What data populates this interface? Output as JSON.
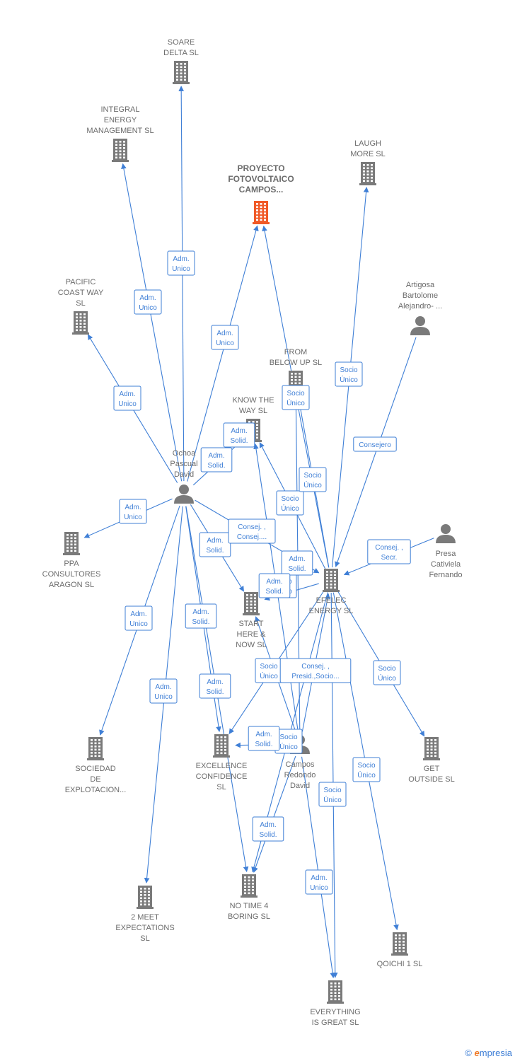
{
  "colors": {
    "building": "#7a7a7a",
    "highlight": "#f05a28",
    "person": "#7a7a7a",
    "edge": "#3f7fd6"
  },
  "nodes": [
    {
      "id": "soare",
      "type": "company",
      "label": [
        "SOARE",
        "DELTA SL"
      ]
    },
    {
      "id": "integral",
      "type": "company",
      "label": [
        "INTEGRAL",
        "ENERGY",
        "MANAGEMENT SL"
      ]
    },
    {
      "id": "proyecto",
      "type": "company",
      "highlight": true,
      "label": [
        "PROYECTO",
        "FOTOVOLTAICO",
        "CAMPOS..."
      ]
    },
    {
      "id": "laugh",
      "type": "company",
      "label": [
        "LAUGH",
        "MORE SL"
      ]
    },
    {
      "id": "artigosa",
      "type": "person",
      "label": [
        "Artigosa",
        "Bartolome",
        "Alejandro- ..."
      ]
    },
    {
      "id": "pacific",
      "type": "company",
      "label": [
        "PACIFIC",
        "COAST WAY",
        "SL"
      ]
    },
    {
      "id": "frombelow",
      "type": "company",
      "label": [
        "FROM",
        "BELOW UP SL"
      ]
    },
    {
      "id": "knowtheway",
      "type": "company",
      "label": [
        "KNOW THE",
        "WAY SL"
      ]
    },
    {
      "id": "ochoa",
      "type": "person",
      "label": [
        "Ochoa",
        "Pascual",
        "David"
      ]
    },
    {
      "id": "ppa",
      "type": "company",
      "label": [
        "PPA",
        "CONSULTORES",
        "ARAGON SL"
      ]
    },
    {
      "id": "presa",
      "type": "person",
      "label": [
        "Presa",
        "Cativiela",
        "Fernando"
      ]
    },
    {
      "id": "efelec",
      "type": "company",
      "label": [
        "EFELEC",
        "ENERGY SL"
      ]
    },
    {
      "id": "starthere",
      "type": "company",
      "label": [
        "START",
        "HERE &",
        "NOW SL"
      ]
    },
    {
      "id": "sociedad",
      "type": "company",
      "label": [
        "SOCIEDAD",
        "DE",
        "EXPLOTACION..."
      ]
    },
    {
      "id": "excellence",
      "type": "company",
      "label": [
        "EXCELLENCE",
        "CONFIDENCE",
        "SL"
      ]
    },
    {
      "id": "campos",
      "type": "person",
      "label": [
        "Campos",
        "Redondo",
        "David"
      ]
    },
    {
      "id": "getoutside",
      "type": "company",
      "label": [
        "GET",
        "OUTSIDE SL"
      ]
    },
    {
      "id": "notime",
      "type": "company",
      "label": [
        "NO TIME 4",
        "BORING SL"
      ]
    },
    {
      "id": "twomeet",
      "type": "company",
      "label": [
        "2 MEET",
        "EXPECTATIONS",
        "SL"
      ]
    },
    {
      "id": "qoichi",
      "type": "company",
      "label": [
        "QOICHI 1 SL"
      ]
    },
    {
      "id": "everything",
      "type": "company",
      "label": [
        "EVERYTHING",
        "IS GREAT SL"
      ]
    }
  ],
  "edges": [
    {
      "from": "ochoa",
      "to": "soare",
      "label": [
        "Adm.",
        "Unico"
      ]
    },
    {
      "from": "ochoa",
      "to": "integral",
      "label": [
        "Adm.",
        "Unico"
      ]
    },
    {
      "from": "ochoa",
      "to": "proyecto",
      "label": [
        "Adm.",
        "Unico"
      ]
    },
    {
      "from": "ochoa",
      "to": "pacific",
      "label": [
        "Adm.",
        "Unico"
      ]
    },
    {
      "from": "ochoa",
      "to": "knowtheway",
      "label": [
        "Adm.",
        "Solid."
      ]
    },
    {
      "from": "ochoa",
      "to": "ppa",
      "label": [
        "Adm.",
        "Unico"
      ]
    },
    {
      "from": "ochoa",
      "to": "starthere",
      "label": [
        "Adm.",
        "Solid."
      ]
    },
    {
      "from": "ochoa",
      "to": "efelec",
      "label": [
        "Consej. ,",
        "Consej...."
      ]
    },
    {
      "from": "ochoa",
      "to": "sociedad",
      "label": [
        "Adm.",
        "Unico"
      ]
    },
    {
      "from": "ochoa",
      "to": "excellence",
      "label": [
        "Adm.",
        "Solid."
      ]
    },
    {
      "from": "ochoa",
      "to": "twomeet",
      "label": [
        "Adm.",
        "Unico"
      ]
    },
    {
      "from": "ochoa",
      "to": "notime",
      "label": [
        "Adm.",
        "Solid."
      ]
    },
    {
      "from": "efelec",
      "to": "laugh",
      "label": [
        "Socio",
        "Único"
      ]
    },
    {
      "from": "efelec",
      "to": "proyecto",
      "label": [
        "Socio",
        "Único"
      ]
    },
    {
      "from": "efelec",
      "to": "frombelow",
      "label": [
        "Socio",
        "Único"
      ]
    },
    {
      "from": "efelec",
      "to": "knowtheway",
      "label": [
        "Socio",
        "Único"
      ]
    },
    {
      "from": "efelec",
      "to": "starthere",
      "label": [
        "Socio",
        "Único"
      ]
    },
    {
      "from": "efelec",
      "to": "excellence",
      "label": [
        "Socio",
        "Único"
      ]
    },
    {
      "from": "efelec",
      "to": "getoutside",
      "label": [
        "Socio",
        "Único"
      ]
    },
    {
      "from": "efelec",
      "to": "qoichi",
      "label": [
        "Socio",
        "Único"
      ]
    },
    {
      "from": "efelec",
      "to": "everything",
      "label": [
        "Socio",
        "Único"
      ]
    },
    {
      "from": "efelec",
      "to": "notime",
      "label": [
        "Socio",
        "Único"
      ]
    },
    {
      "from": "artigosa",
      "to": "efelec",
      "label": [
        "Consejero"
      ]
    },
    {
      "from": "presa",
      "to": "efelec",
      "label": [
        "Consej. ,",
        "Secr."
      ]
    },
    {
      "from": "campos",
      "to": "knowtheway",
      "label": [
        "Adm.",
        "Solid."
      ]
    },
    {
      "from": "campos",
      "to": "frombelow",
      "label": [
        "Adm.",
        "Solid."
      ]
    },
    {
      "from": "campos",
      "to": "excellence",
      "label": [
        "Adm.",
        "Solid."
      ]
    },
    {
      "from": "campos",
      "to": "starthere",
      "label": [
        "Adm.",
        "Solid."
      ]
    },
    {
      "from": "campos",
      "to": "efelec",
      "label": [
        "Consej. ,",
        "Presid.,Socio..."
      ]
    },
    {
      "from": "campos",
      "to": "notime",
      "label": [
        "Adm.",
        "Solid."
      ]
    },
    {
      "from": "campos",
      "to": "everything",
      "label": [
        "Adm.",
        "Unico"
      ]
    }
  ],
  "footer": {
    "copyright": "©",
    "brand_e": "e",
    "brand_rest": "mpresia"
  }
}
